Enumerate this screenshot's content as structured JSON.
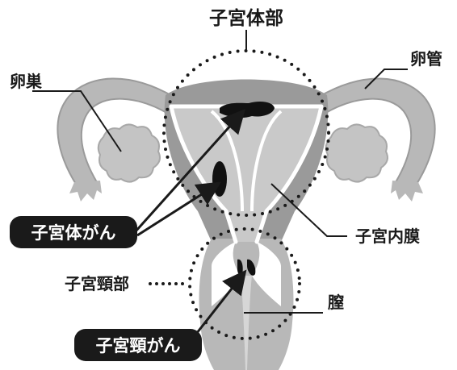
{
  "labels": {
    "uterine_body": "子宮体部",
    "fallopian_tube": "卵管",
    "ovary": "卵巣",
    "endometrium": "子宮内膜",
    "cervix": "子宮頸部",
    "vagina": "膣"
  },
  "callouts": {
    "endometrial_cancer": "子宮体がん",
    "cervical_cancer": "子宮頸がん"
  },
  "colors": {
    "organ_dark": "#9a9a9a",
    "organ_mid": "#b8b8b8",
    "organ_light": "#d6d6d6",
    "lining": "#ffffff",
    "tumor": "#111111",
    "pill": "#1a1a1a"
  }
}
